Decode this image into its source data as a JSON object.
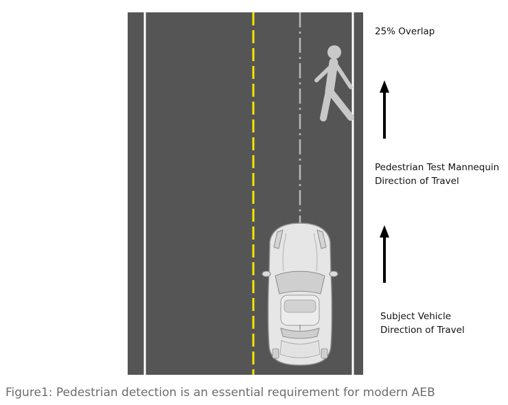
{
  "labels": {
    "overlap": "25% Overlap",
    "pedestrian_line1": "Pedestrian Test Mannequin",
    "pedestrian_line2": "Direction of Travel",
    "vehicle_line1": "Subject Vehicle",
    "vehicle_line2": "Direction of Travel"
  },
  "caption": "Figure1: Pedestrian detection is an essential requirement for modern AEB",
  "icons": {
    "pedestrian": "walking-person-icon",
    "vehicle": "car-topview-icon",
    "arrow": "arrow-up-icon"
  },
  "colors": {
    "road": "#555555",
    "edge_line": "#ffffff",
    "center_line": "#f5e600",
    "lane_divider": "#b9b9b9",
    "pedestrian": "#c8c8c8",
    "vehicle": "#e4e4e4",
    "arrow": "#000000",
    "caption": "#6b6b6b"
  }
}
